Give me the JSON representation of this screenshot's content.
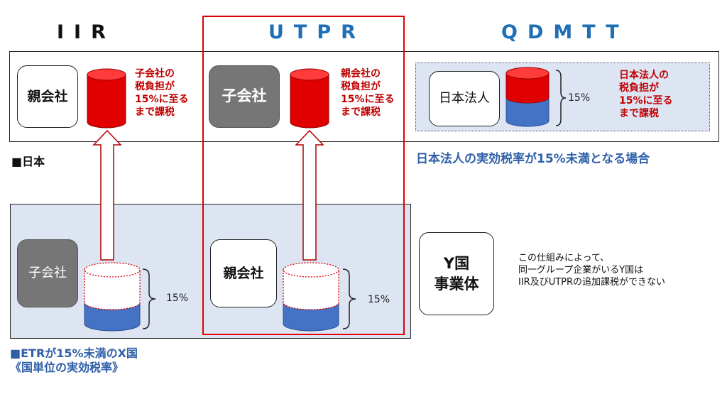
{
  "headers": {
    "iir": "IIR",
    "utpr": "UTPR",
    "qdmtt": "QDMTT"
  },
  "colors": {
    "red": "#e00000",
    "blue": "#4472c4",
    "header_blue": "#1f6fb5",
    "panel_bg": "#dde5f3",
    "frame_red": "#e00000"
  },
  "japan": {
    "label": "■日本",
    "iir": {
      "entity": "親会社",
      "note": [
        "子会社の",
        "税負担が",
        "15%に至る",
        "まで課税"
      ]
    },
    "utpr": {
      "entity": "子会社",
      "note": [
        "親会社の",
        "税負担が",
        "15%に至る",
        "まで課税"
      ]
    },
    "qdmtt": {
      "entity": "日本法人",
      "percent": "15%",
      "note": [
        "日本法人の",
        "税負担が",
        "15%に至る",
        "まで課税"
      ]
    }
  },
  "qdmtt_condition": "日本法人の実効税率が15%未満となる場合",
  "foreign": {
    "label_line1": "■ETRが15%未満のX国",
    "label_line2": "《国単位の実効税率》",
    "iir": {
      "entity": "子会社",
      "percent": "15%"
    },
    "utpr": {
      "entity": "親会社",
      "percent": "15%"
    }
  },
  "y_country": {
    "entity": [
      "Y国",
      "事業体"
    ],
    "note": [
      "この仕組みによって、",
      "同一グループ企業がいるY国は",
      "IIR及びUTPRの追加課税ができない"
    ]
  },
  "icons": [
    "up-arrow-icon",
    "cylinder-icon",
    "brace-icon"
  ]
}
